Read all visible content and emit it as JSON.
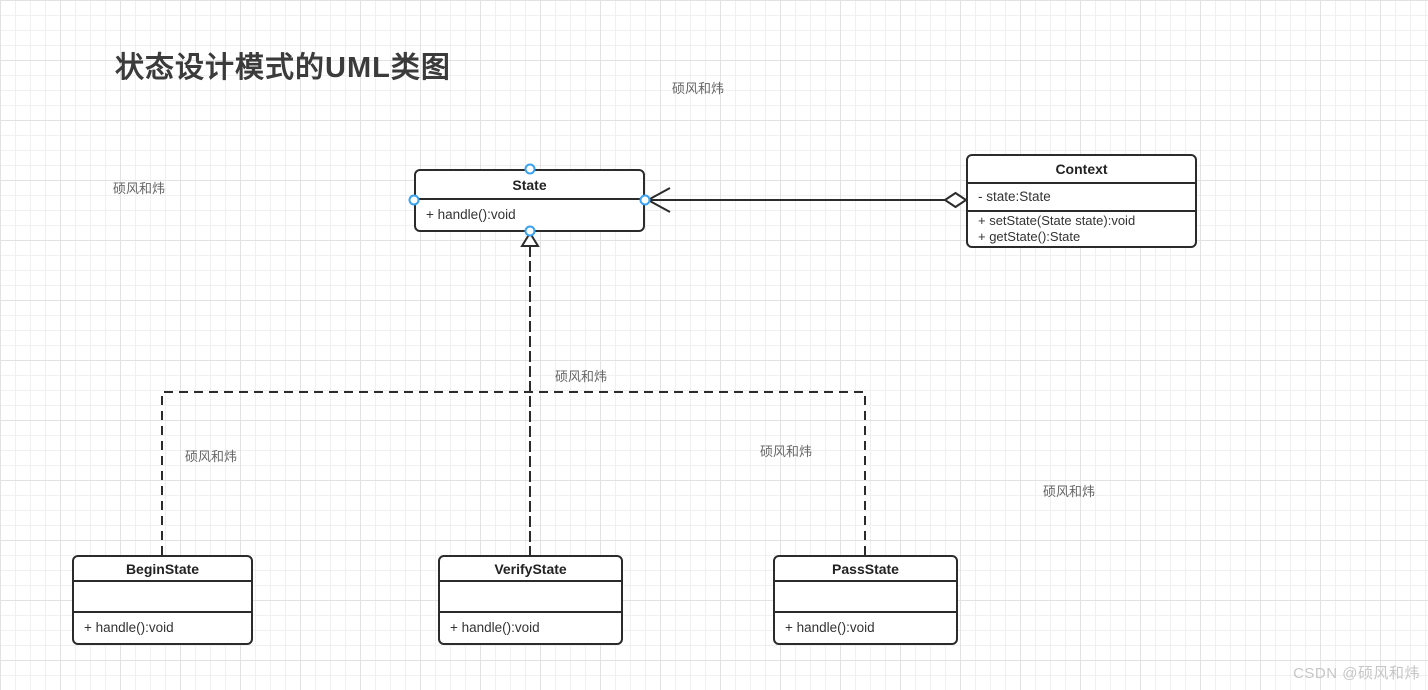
{
  "page": {
    "title": "状态设计模式的UML类图",
    "watermark_text": "硕风和炜",
    "credit_text": "CSDN @硕风和炜"
  },
  "colors": {
    "line": "#2b2b2b",
    "connection_point_blue": "#38a1f1",
    "grid_minor": "#f0f0f0",
    "grid_major": "#e2e2e2",
    "watermark": "#666666",
    "credit": "#c6c6c6",
    "title_text": "#3b3b3b"
  },
  "classes": {
    "state": {
      "name": "State",
      "attributes": [],
      "methods": [
        "+ handle():void"
      ]
    },
    "context": {
      "name": "Context",
      "attributes": [
        "- state:State"
      ],
      "methods": [
        "+ setState(State state):void",
        "+ getState():State"
      ]
    },
    "begin_state": {
      "name": "BeginState",
      "attributes": [],
      "methods": [
        "+ handle():void"
      ]
    },
    "verify_state": {
      "name": "VerifyState",
      "attributes": [],
      "methods": [
        "+ handle():void"
      ]
    },
    "pass_state": {
      "name": "PassState",
      "attributes": [],
      "methods": [
        "+ handle():void"
      ]
    }
  },
  "relations": [
    {
      "from": "Context",
      "to": "State",
      "type": "aggregation"
    },
    {
      "from": "BeginState",
      "to": "State",
      "type": "realization"
    },
    {
      "from": "VerifyState",
      "to": "State",
      "type": "realization"
    },
    {
      "from": "PassState",
      "to": "State",
      "type": "realization"
    }
  ]
}
